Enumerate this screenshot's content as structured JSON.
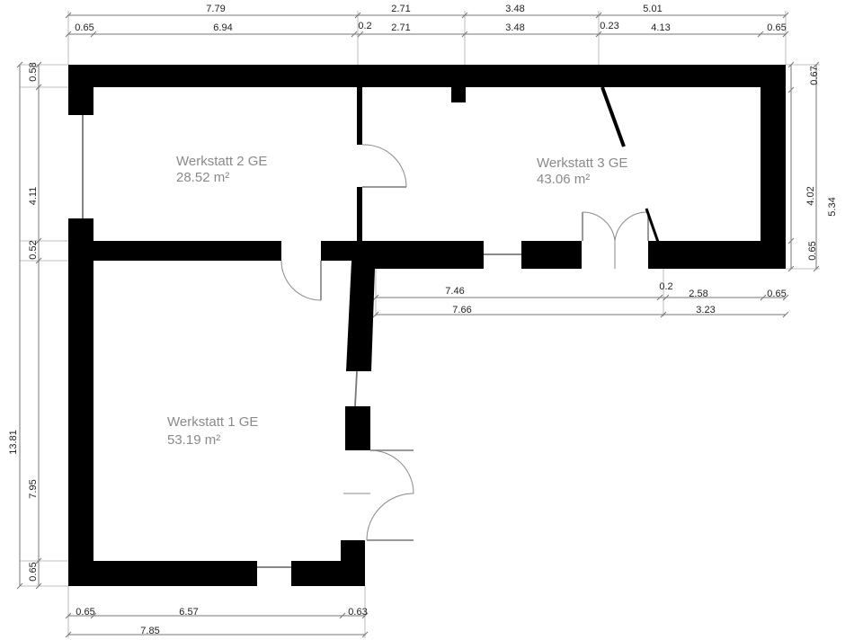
{
  "rooms": [
    {
      "name": "Werkstatt 2 GE",
      "area": "28.52 m²"
    },
    {
      "name": "Werkstatt 3 GE",
      "area": "43.06 m²"
    },
    {
      "name": "Werkstatt 1 GE",
      "area": "53.19 m²"
    }
  ],
  "dimensions": {
    "top_outer": [
      "7.79",
      "2.71",
      "3.48",
      "5.01"
    ],
    "top_inner": [
      "0.65",
      "6.94",
      "0.2",
      "2.71",
      "3.48",
      "0.23",
      "4.13",
      "0.65"
    ],
    "left_outer": [
      "13.81"
    ],
    "left_inner": [
      "0.58",
      "4.11",
      "0.52",
      "7.95",
      "0.65"
    ],
    "right": [
      "0.67",
      "4.02",
      "5.34",
      "0.65"
    ],
    "mid_upper": [
      "7.46",
      "0.2",
      "2.58",
      "0.65"
    ],
    "mid_lower": [
      "7.66",
      "3.23"
    ],
    "bottom_inner": [
      "0.65",
      "6.57",
      "0.63"
    ],
    "bottom_outer": [
      "7.85"
    ]
  }
}
